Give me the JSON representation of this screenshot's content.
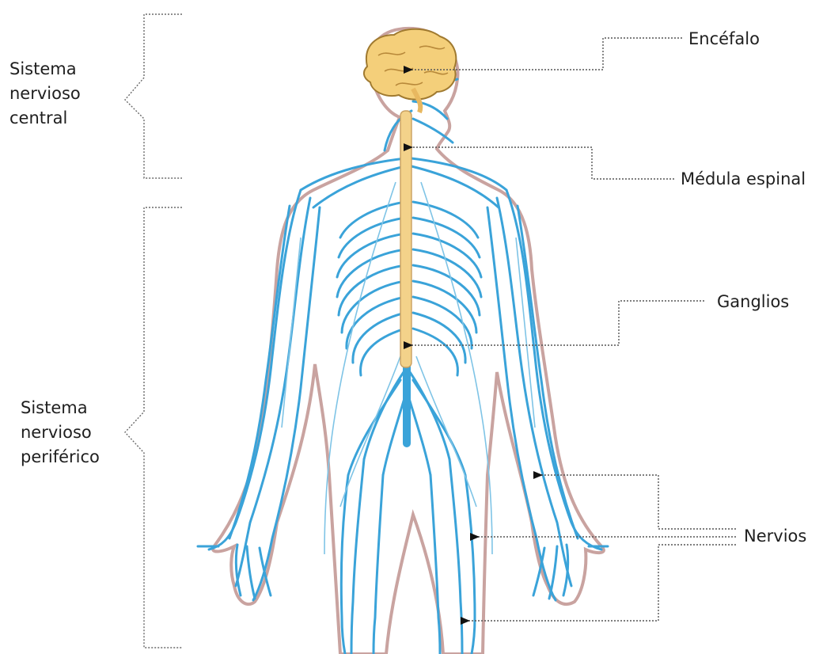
{
  "groups": {
    "central": [
      "Sistema",
      "nervioso",
      "central"
    ],
    "peripheral": [
      "Sistema",
      "nervioso",
      "periférico"
    ]
  },
  "labels": {
    "encefalo": "Encéfalo",
    "medula": "Médula espinal",
    "ganglios": "Ganglios",
    "nervios": "Nervios"
  },
  "colors": {
    "nerve": "#3aa3d9",
    "nerve_light": "#7fc4e6",
    "brain": "#f4cf7a",
    "spine": "#f3d28a",
    "body_outline": "#c9a3a0",
    "leader": "#555555"
  }
}
